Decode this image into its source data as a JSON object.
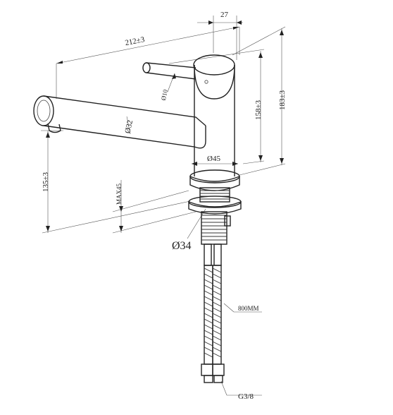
{
  "labels": {
    "width_27": "27",
    "length_212": "212±3",
    "handle_dia": "Ø10",
    "height_183": "183±3",
    "height_158": "158±3",
    "spout_dia": "Ø32",
    "base_dia": "Ø45",
    "spout_height": "135±3",
    "max_deck": "MAX45",
    "shank_dia": "Ø34",
    "hose_length": "800MM",
    "thread": "G3/8"
  }
}
